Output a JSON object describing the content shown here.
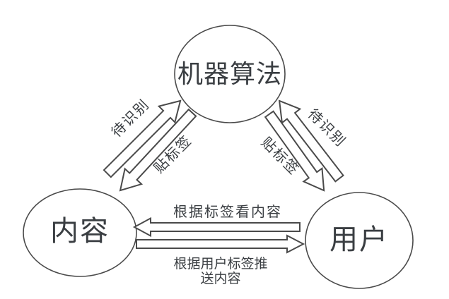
{
  "diagram": {
    "nodes": {
      "algorithm": "机器算法",
      "content": "内容",
      "user": "用户"
    },
    "edges": {
      "content_to_algorithm": "待识别",
      "algorithm_to_content": "贴标签",
      "user_to_algorithm": "待识别",
      "algorithm_to_user": "贴标签",
      "user_to_content": "根据标签看内容",
      "content_to_user": "根据用户标签推送内容"
    },
    "colors": {
      "stroke": "#4a4a4a",
      "text": "#3a3e42",
      "background": "#ffffff"
    }
  }
}
